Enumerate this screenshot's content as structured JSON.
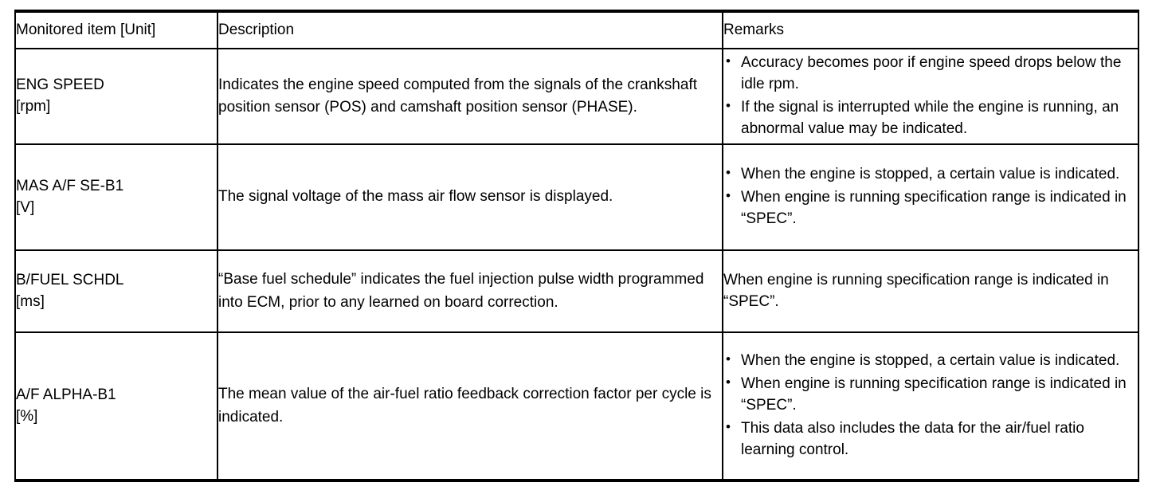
{
  "table": {
    "headers": {
      "item": "Monitored item [Unit]",
      "description": "Description",
      "remarks": "Remarks"
    },
    "rows": [
      {
        "item_name": "ENG SPEED",
        "item_unit": "[rpm]",
        "description": "Indicates the engine speed computed from the signals of the crankshaft position sensor (POS) and camshaft position sensor (PHASE).",
        "remarks_type": "bullets",
        "remarks": [
          "Accuracy becomes poor if engine speed drops below the idle rpm.",
          "If the signal is interrupted while the engine is running, an abnormal value may be indicated."
        ]
      },
      {
        "item_name": "MAS A/F SE-B1",
        "item_unit": "[V]",
        "description": "The signal voltage of the mass air flow sensor is displayed.",
        "remarks_type": "bullets",
        "remarks": [
          "When the engine is stopped, a certain value is indicated.",
          "When engine is running specification range is indicated in “SPEC”."
        ]
      },
      {
        "item_name": "B/FUEL SCHDL",
        "item_unit": "[ms]",
        "description": "“Base fuel schedule” indicates the fuel injection pulse width programmed into ECM, prior to any learned on board correction.",
        "remarks_type": "plain",
        "remarks": [
          "When engine is running specification range is indicated in “SPEC”."
        ]
      },
      {
        "item_name": "A/F ALPHA-B1",
        "item_unit": "[%]",
        "description": "The mean value of the air-fuel ratio feedback correction factor per cycle is indicated.",
        "remarks_type": "bullets",
        "remarks": [
          "When the engine is stopped, a certain value is indicated.",
          "When engine is running specification range is indicated in “SPEC”.",
          "This data also includes the data for the air/fuel ratio learning control."
        ]
      }
    ]
  }
}
